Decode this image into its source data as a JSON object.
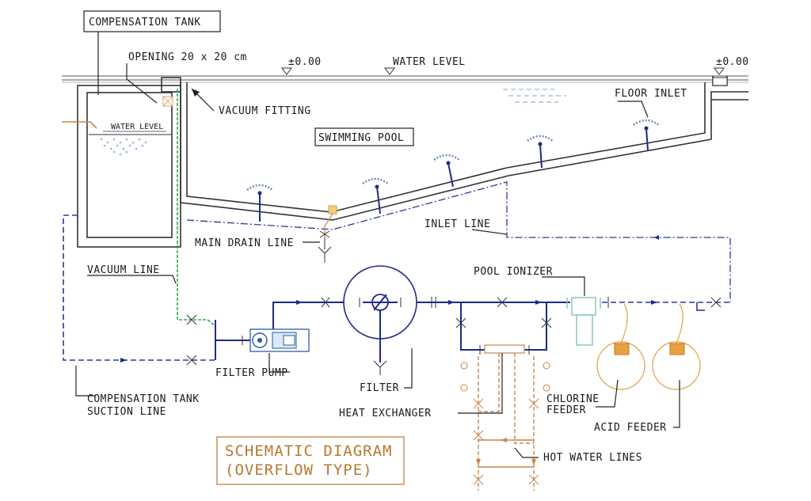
{
  "labels": {
    "compensation_tank": "COMPENSATION TANK",
    "opening": "OPENING 20 x 20 cm",
    "level_left": "±0.00",
    "water_level": "WATER LEVEL",
    "level_right": "±0.00",
    "vacuum_fitting": "VACUUM FITTING",
    "tank_water_level": "WATER LEVEL",
    "floor_inlet": "FLOOR INLET",
    "swimming_pool": "SWIMMING POOL",
    "inlet_line": "INLET LINE",
    "main_drain_line": "MAIN DRAIN LINE",
    "vacuum_line": "VACUUM LINE",
    "pool_ionizer": "POOL IONIZER",
    "filter_pump": "FILTER PUMP",
    "filter": "FILTER",
    "heat_exchanger": "HEAT EXCHANGER",
    "comp_suction_1": "COMPENSATION TANK",
    "comp_suction_2": "SUCTION LINE",
    "chlorine_feeder_1": "CHLORINE",
    "chlorine_feeder_2": "FEEDER",
    "acid_feeder": "ACID FEEDER",
    "hot_water_lines": "HOT WATER LINES",
    "title_line1": "SCHEMATIC DIAGRAM",
    "title_line2": "(OVERFLOW TYPE)"
  },
  "colors": {
    "pipe_main": "#1f2a8a",
    "vacuum_line": "#2fa84a",
    "hot_water": "#c8864a",
    "title": "#b8782f",
    "ionizer": "#7fc4b8",
    "feeder": "#e0a040"
  }
}
